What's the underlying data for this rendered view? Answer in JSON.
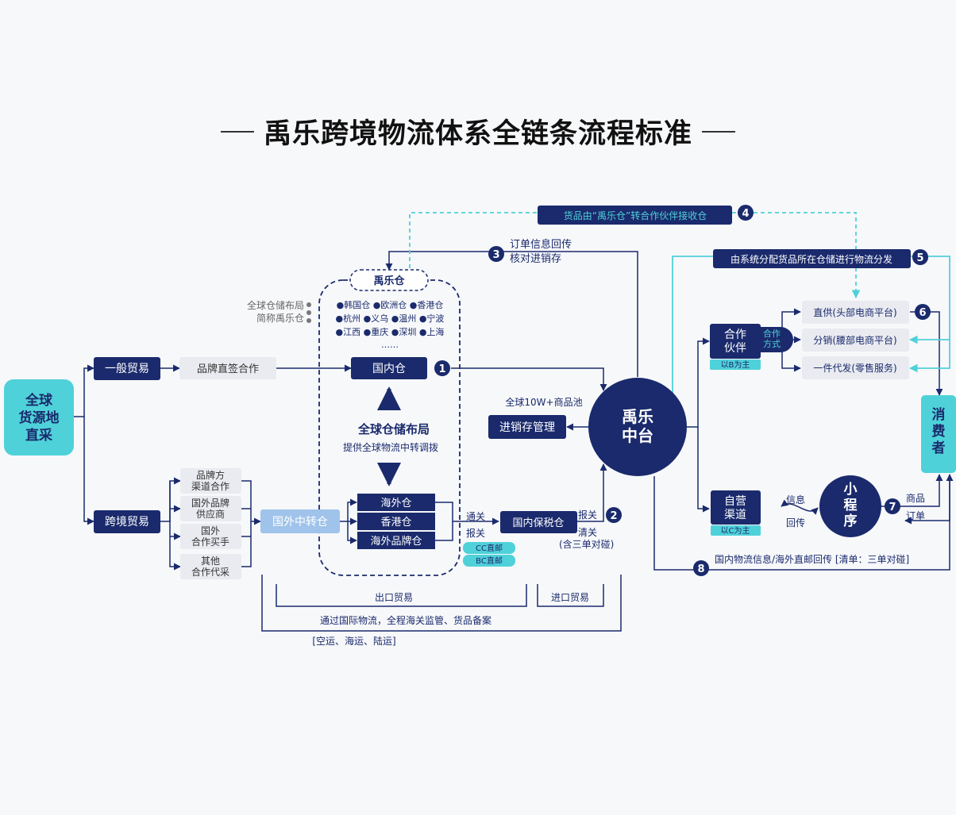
{
  "title": "禹乐跨境物流体系全链条流程标准",
  "source": "全球\n货源地\n直采",
  "general_trade": "一般贸易",
  "cross_trade": "跨境贸易",
  "brand_direct": "品牌直签合作",
  "sources": [
    "品牌方\n渠道合作",
    "国外品牌\n供应商",
    "国外\n合作买手",
    "其他\n合作代采"
  ],
  "foreign_transit": "国外中转仓",
  "yule_tag": "禹乐仓",
  "layout_label_1": "全球仓储布局",
  "layout_label_2": "简称禹乐仓",
  "city_rows": [
    "●韩国仓 ●欧洲仓 ●香港仓",
    "●杭州 ●义乌 ●温州 ●宁波",
    "●江西 ●重庆 ●深圳 ●上海"
  ],
  "ellipsis": "……",
  "domestic_wh": "国内仓",
  "global_layout": "全球仓储布局",
  "global_layout_sub": "提供全球物流中转调拨",
  "overseas_whs": [
    "海外仓",
    "香港仓",
    "海外品牌仓"
  ],
  "tongguan": "通关",
  "baoguan": "报关",
  "cc": "CC直邮",
  "bc": "BC直邮",
  "bonded": "国内保税仓",
  "baoguan2": "报关",
  "qingguan": "清关",
  "qingguan_sub": "(含三单对碰)",
  "pool": "全球10W+商品池",
  "inventory": "进销存管理",
  "hub": "禹乐\n中台",
  "order_info_1": "订单信息回传",
  "order_info_2": "核对进销存",
  "banner_4": "货品由“禹乐仓”转合作伙伴接收仓",
  "banner_5": "由系统分配货品所在仓储进行物流分发",
  "partner": "合作\n伙伴",
  "partner_tag": "以B为主",
  "coop_mode": "合作\n方式",
  "channels": [
    "直供(头部电商平台)",
    "分销(腰部电商平台)",
    "一件代发(零售服务)"
  ],
  "self_channel": "自营\n渠道",
  "self_tag": "以C为主",
  "info": "信息",
  "huichuan": "回传",
  "mini": "小\n程\n序",
  "goods": "商品",
  "order": "订单",
  "consumer": "消\n费\n者",
  "footer_8": "国内物流信息/海外直邮回传 [清单：三单对碰]",
  "export": "出口贸易",
  "import": "进口贸易",
  "intl": "通过国际物流，全程海关监管、货品备案",
  "modes": "[空运、海运、陆运]",
  "badges": [
    "1",
    "2",
    "3",
    "4",
    "5",
    "6",
    "7",
    "8"
  ],
  "colors": {
    "navy": "#1a2a6c",
    "teal": "#4fd1d9",
    "light": "#e9ebf0",
    "lightblue": "#9fc3ea"
  }
}
